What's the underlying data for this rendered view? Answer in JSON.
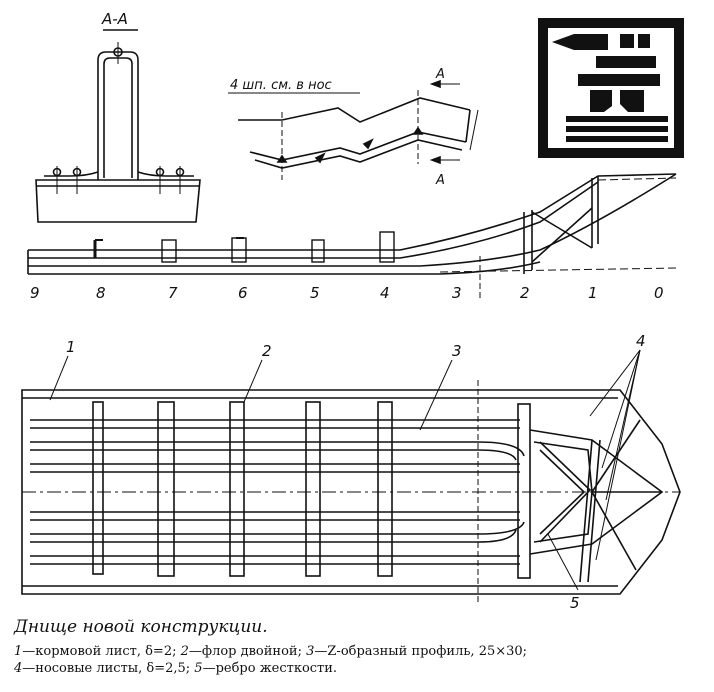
{
  "section_label": "А-А",
  "side_note": "4 шп. см. в нос",
  "section_arrow_label": "А",
  "frame_numbers": [
    "9",
    "8",
    "7",
    "6",
    "5",
    "4",
    "3",
    "2",
    "1",
    "0"
  ],
  "plan_callouts": [
    "1",
    "2",
    "3",
    "4",
    "5"
  ],
  "caption": {
    "title": "Днище новой конструкции.",
    "items": [
      {
        "num": "1",
        "text": "—кормовой лист, δ=2;"
      },
      {
        "num": "2",
        "text": "—флор двойной;"
      },
      {
        "num": "3",
        "text": "—Z-образный профиль, 25×30;"
      },
      {
        "num": "4",
        "text": "—носовые листы, δ=2,5;"
      },
      {
        "num": "5",
        "text": "—ребро жесткости."
      }
    ]
  }
}
